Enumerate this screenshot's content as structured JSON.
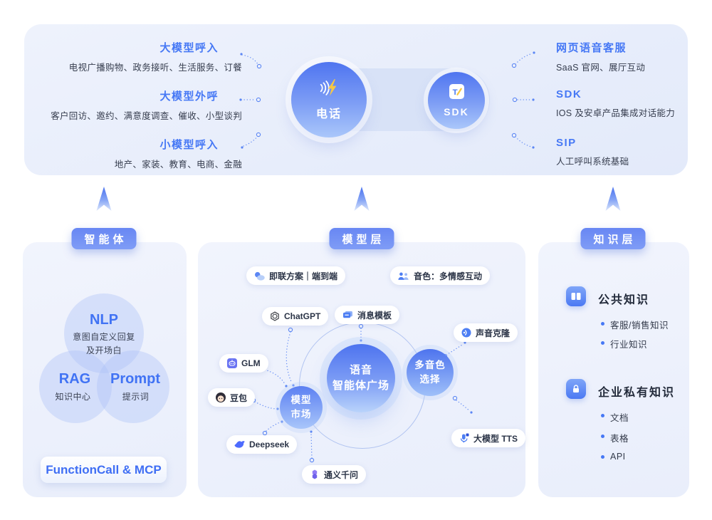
{
  "colors": {
    "accent_blue": "#4678f5",
    "deep_blue": "#4d7ef3",
    "panel_bg": "#ecf1fb",
    "circle_gradient_top": "#4e74ee",
    "circle_gradient_bottom": "#b3cdfa",
    "pill_text": "#2b3447",
    "bolt_yellow": "#f7c843"
  },
  "top_panel": {
    "left_items": [
      {
        "title": "大模型呼入",
        "desc": "电视广播购物、政务接听、生活服务、订餐"
      },
      {
        "title": "大模型外呼",
        "desc": "客户回访、邀约、满意度调查、催收、小型谈判"
      },
      {
        "title": "小模型呼入",
        "desc": "地产、家装、教育、电商、金融"
      }
    ],
    "hub": {
      "phone_label": "电话",
      "sdk_label": "SDK"
    },
    "right_items": [
      {
        "title": "网页语音客服",
        "desc": "SaaS 官网、展厅互动"
      },
      {
        "title": "SDK",
        "desc": "IOS 及安卓产品集成对话能力"
      },
      {
        "title": "SIP",
        "desc": "人工呼叫系统基础"
      }
    ]
  },
  "sections": {
    "agent": {
      "badge": "智能体",
      "venn": {
        "nlp": {
          "title": "NLP",
          "desc": "意图自定义回复\n及开场白"
        },
        "rag": {
          "title": "RAG",
          "desc": "知识中心"
        },
        "prompt": {
          "title": "Prompt",
          "desc": "提示词"
        }
      },
      "footer": "FunctionCall & MCP"
    },
    "model": {
      "badge": "模型层",
      "feature_tags": [
        {
          "label": "即联方案｜端到端",
          "icon": "cloud-icon"
        },
        {
          "label": "音色：多情感互动",
          "icon": "people-icon"
        }
      ],
      "hubs": [
        {
          "label": "语音\n智能体广场"
        },
        {
          "label": "模型\n市场"
        },
        {
          "label": "多音色\n选择"
        }
      ],
      "nodes": [
        {
          "label": "ChatGPT",
          "icon": "openai-icon"
        },
        {
          "label": "消息模板",
          "icon": "message-icon"
        },
        {
          "label": "声音克隆",
          "icon": "voice-clone-icon"
        },
        {
          "label": "GLM",
          "icon": "glm-icon"
        },
        {
          "label": "豆包",
          "icon": "doubao-icon"
        },
        {
          "label": "Deepseek",
          "icon": "deepseek-icon"
        },
        {
          "label": "大模型 TTS",
          "icon": "tts-icon"
        },
        {
          "label": "通义千问",
          "icon": "qwen-icon"
        }
      ]
    },
    "knowledge": {
      "badge": "知识层",
      "groups": [
        {
          "title": "公共知识",
          "icon": "book-icon",
          "items": [
            "客服/销售知识",
            "行业知识"
          ]
        },
        {
          "title": "企业私有知识",
          "icon": "lock-icon",
          "items": [
            "文档",
            "表格",
            "API"
          ]
        }
      ]
    }
  }
}
